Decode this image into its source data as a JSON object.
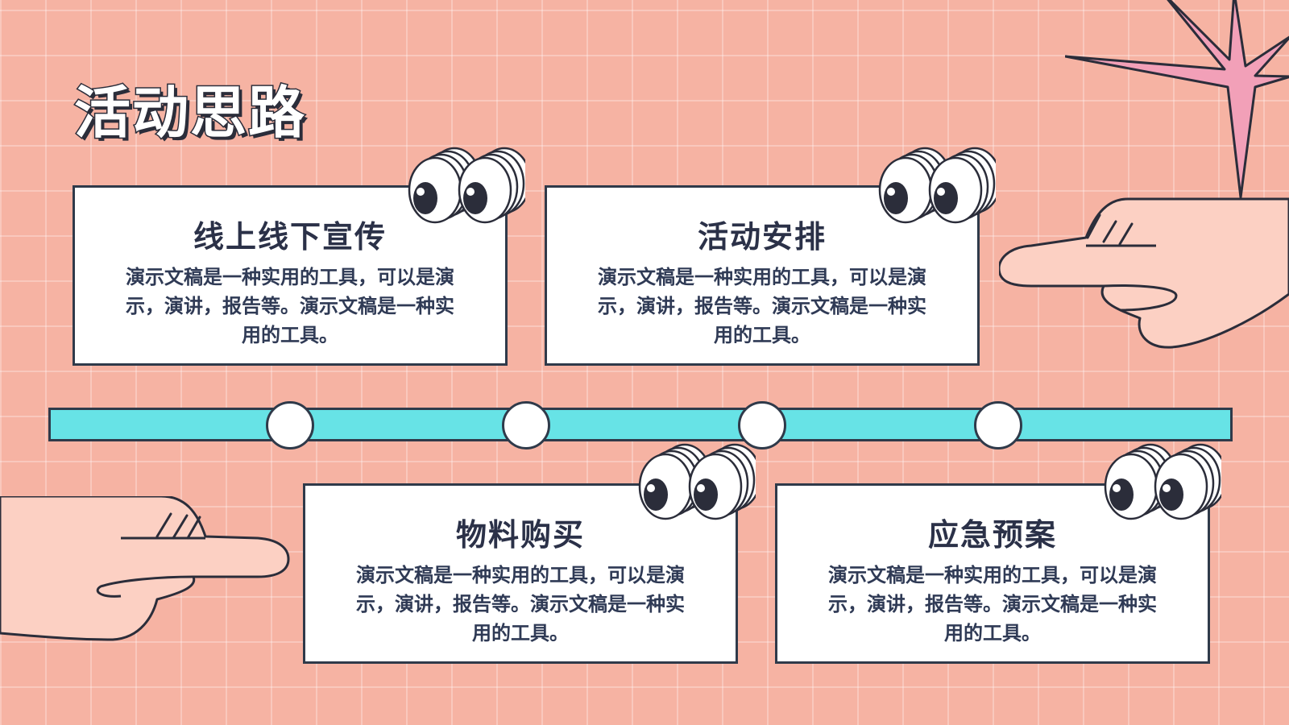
{
  "title": "活动思路",
  "cards": [
    {
      "title": "线上线下宣传",
      "text": "演示文稿是一种实用的工具，可以是演示，演讲，报告等。演示文稿是一种实用的工具。"
    },
    {
      "title": "活动安排",
      "text": "演示文稿是一种实用的工具，可以是演示，演讲，报告等。演示文稿是一种实用的工具。"
    },
    {
      "title": "物料购买",
      "text": "演示文稿是一种实用的工具，可以是演示，演讲，报告等。演示文稿是一种实用的工具。"
    },
    {
      "title": "应急预案",
      "text": "演示文稿是一种实用的工具，可以是演示，演讲，报告等。演示文稿是一种实用的工具。"
    }
  ],
  "timeline": {
    "nodes": 4
  },
  "colors": {
    "background": "#f6b3a3",
    "timeline": "#67e3e6",
    "outline": "#2f3a4a",
    "star": "#f2a0b8",
    "hand": "#fcd0c3"
  },
  "icons": [
    "star-icon",
    "googly-eyes-icon",
    "pointing-hand-icon"
  ]
}
